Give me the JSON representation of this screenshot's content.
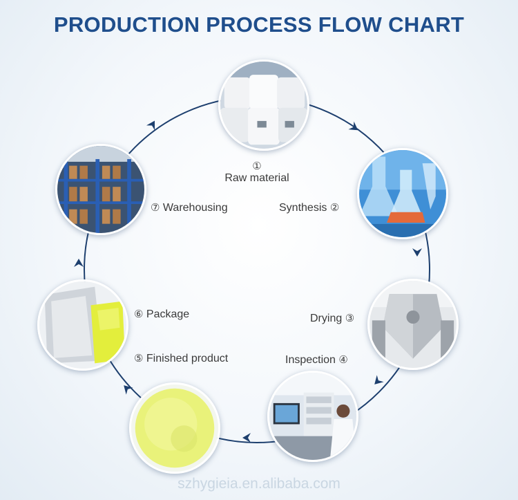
{
  "title": "PRODUCTION PROCESS FLOW CHART",
  "steps": [
    {
      "num": "①",
      "label": "Raw material",
      "image": "white bulk bags"
    },
    {
      "num": "②",
      "label": "Synthesis",
      "image": "laboratory glassware"
    },
    {
      "num": "③",
      "label": "Drying",
      "image": "stainless steel dryer"
    },
    {
      "num": "④",
      "label": "Inspection",
      "image": "lab analysis instruments"
    },
    {
      "num": "⑤",
      "label": "Finished product",
      "image": "yellow powder"
    },
    {
      "num": "⑥",
      "label": "Package",
      "image": "foil bags with yellow powder"
    },
    {
      "num": "⑦",
      "label": "Warehousing",
      "image": "warehouse shelves with drums"
    }
  ],
  "watermark": "szhygieia.en.alibaba.com",
  "colors": {
    "title": "#1f4e8c",
    "ring": "#1d3f6e",
    "label": "#3a3a3a"
  }
}
